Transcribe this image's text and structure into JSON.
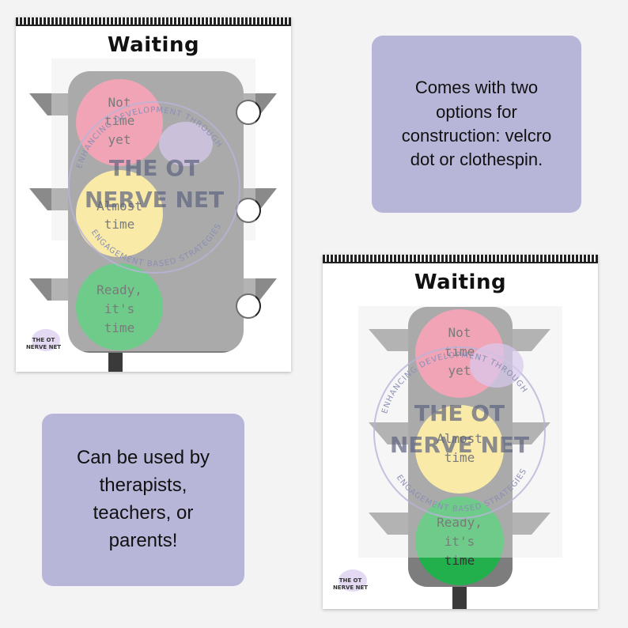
{
  "colors": {
    "background": "#f3f3f3",
    "info_box": "#b7b6d9",
    "light_red": "#e9748f",
    "light_yellow": "#f6df7a",
    "light_green": "#22b04c",
    "housing": "#7d7d7d"
  },
  "card_left": {
    "title": "Waiting",
    "lights": {
      "red": [
        "Not",
        "time",
        "yet"
      ],
      "yellow": [
        "Almost",
        "time"
      ],
      "green": [
        "Ready,",
        "it's",
        "time"
      ]
    },
    "watermark": {
      "arc_top": "ENHANCING DEVELOPMENT THROUGH",
      "arc_bottom": "ENGAGEMENT BASED STRATEGIES",
      "line1": "THE OT",
      "line2": "NERVE NET"
    },
    "logo": [
      "THE OT",
      "NERVE NET"
    ]
  },
  "card_right": {
    "title": "Waiting",
    "lights": {
      "red": [
        "Not",
        "time",
        "yet"
      ],
      "yellow": [
        "Almost",
        "time"
      ],
      "green": [
        "Ready,",
        "it's",
        "time"
      ]
    },
    "watermark": {
      "arc_top": "ENHANCING DEVELOPMENT THROUGH",
      "arc_bottom": "ENGAGEMENT BASED STRATEGIES",
      "line1": "THE OT",
      "line2": "NERVE NET"
    },
    "logo": [
      "THE OT",
      "NERVE NET"
    ]
  },
  "info_top": [
    "Comes with two",
    "options for",
    "construction: velcro",
    "dot or clothespin."
  ],
  "info_bottom": [
    "Can be used by",
    "therapists,",
    "teachers, or",
    "parents!"
  ]
}
